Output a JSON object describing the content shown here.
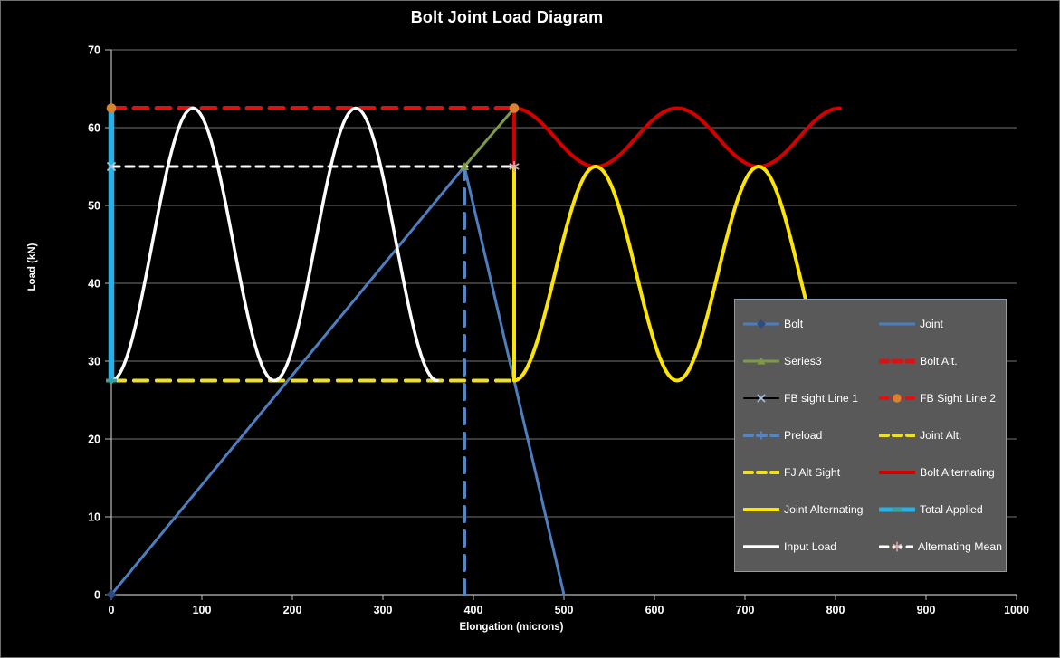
{
  "chart_data": {
    "type": "line",
    "title": "Bolt Joint Load Diagram",
    "xlabel": "Elongation (microns)",
    "ylabel": "Load (kN)",
    "xlim": [
      0,
      1000
    ],
    "ylim": [
      0,
      70
    ],
    "xticks": [
      0,
      100,
      200,
      300,
      400,
      500,
      600,
      700,
      800,
      900,
      1000
    ],
    "yticks": [
      0,
      10,
      20,
      30,
      40,
      50,
      60,
      70
    ],
    "grid": "horizontal-only",
    "legend_position": "overlay-middle-right",
    "background": "#000000",
    "legend_background": "#595959",
    "legend_border": "#8b9cb8",
    "gridline_color": "#757575",
    "axis_color": "#bdbdbd",
    "key_levels": {
      "preload_kN": 55,
      "bolt_peak_kN": 62.5,
      "joint_min_kN": 27.5,
      "preload_elongation": 390,
      "applied_elongation": 445,
      "joint_zero_elongation": 500
    },
    "series": [
      {
        "name": "Bolt",
        "color": "#4d7ebf",
        "width": 3,
        "style": "solid",
        "points": [
          [
            0,
            0
          ],
          [
            390,
            55
          ]
        ],
        "marker": "diamond",
        "marker_color": "#2e4d7c",
        "marker_points": [
          [
            0,
            0
          ]
        ]
      },
      {
        "name": "Joint",
        "color": "#4d7ebf",
        "width": 3,
        "style": "solid",
        "points": [
          [
            390,
            55
          ],
          [
            500,
            0
          ]
        ]
      },
      {
        "name": "Series3",
        "color": "#7e9a47",
        "width": 3,
        "style": "solid",
        "points": [
          [
            390,
            55
          ],
          [
            445,
            62.5
          ]
        ],
        "marker": "triangle",
        "marker_color": "#7e9a47",
        "marker_points": [
          [
            390,
            55
          ]
        ]
      },
      {
        "name": "Bolt Alt.",
        "color": "#dd1111",
        "width": 5,
        "style": "dashed",
        "points": [
          [
            0,
            62.5
          ],
          [
            445,
            62.5
          ]
        ]
      },
      {
        "name": "FB sight Line 1",
        "color": "#000000",
        "width": 2,
        "style": "solid",
        "points": [
          [
            0,
            55
          ],
          [
            445,
            55
          ]
        ],
        "marker": "x",
        "marker_color": "#a9c4dd",
        "marker_points": [
          [
            0,
            55
          ]
        ]
      },
      {
        "name": "FB Sight Line 2",
        "color": "#dd1111",
        "width": 4,
        "style": "dashed",
        "points": [
          [
            0,
            62.5
          ],
          [
            445,
            62.5
          ]
        ],
        "marker": "circle",
        "marker_color": "#d9832e",
        "marker_points": [
          [
            0,
            62.5
          ],
          [
            445,
            62.5
          ]
        ]
      },
      {
        "name": "Preload",
        "color": "#5585c2",
        "width": 4,
        "style": "long-dash",
        "points": [
          [
            390,
            0
          ],
          [
            390,
            55
          ]
        ],
        "marker": "plus",
        "marker_color": "#5585c2",
        "marker_points": []
      },
      {
        "name": "Joint Alt.",
        "color": "#eee028",
        "width": 4,
        "style": "dashed",
        "points": [
          [
            0,
            27.5
          ],
          [
            445,
            27.5
          ]
        ]
      },
      {
        "name": "FJ Alt Sight",
        "color": "#eee028",
        "width": 4,
        "style": "dashed",
        "points": [
          [
            0,
            27.5
          ],
          [
            445,
            27.5
          ]
        ]
      },
      {
        "name": "Bolt Alternating",
        "color": "#d40000",
        "width": 4,
        "style": "solid",
        "points": [
          [
            445,
            55
          ],
          [
            445,
            62.5
          ]
        ],
        "sine": {
          "x0": 445,
          "x1": 805,
          "mean": 58.75,
          "amplitude": 3.75,
          "period": 180,
          "start_at": "max"
        }
      },
      {
        "name": "Joint Alternating",
        "color": "#fce500",
        "width": 4,
        "style": "solid",
        "points": [
          [
            445,
            55
          ],
          [
            445,
            27.5
          ]
        ],
        "sine": {
          "x0": 445,
          "x1": 805,
          "mean": 41.25,
          "amplitude": 13.75,
          "period": 180,
          "start_at": "min"
        }
      },
      {
        "name": "Total Applied",
        "color": "#27b2e7",
        "width": 6.5,
        "style": "solid",
        "points": [
          [
            0,
            27.5
          ],
          [
            0,
            62.5
          ]
        ],
        "marker": "dash",
        "marker_color": "#3ba08f",
        "marker_points": [
          [
            0,
            27.5
          ]
        ]
      },
      {
        "name": "Input Load",
        "color": "#ffffff",
        "width": 3.5,
        "style": "solid",
        "sine": {
          "x0": 0,
          "x1": 360,
          "mean": 45,
          "amplitude": 17.5,
          "period": 180,
          "start_at": "min"
        }
      },
      {
        "name": "Alternating Mean",
        "color": "#ffffff",
        "width": 3,
        "style": "dashed-fine",
        "points": [
          [
            0,
            55
          ],
          [
            445,
            55
          ]
        ],
        "marker": "star",
        "marker_color": "#d8aeae",
        "marker_points": [
          [
            445,
            55
          ]
        ]
      }
    ]
  }
}
